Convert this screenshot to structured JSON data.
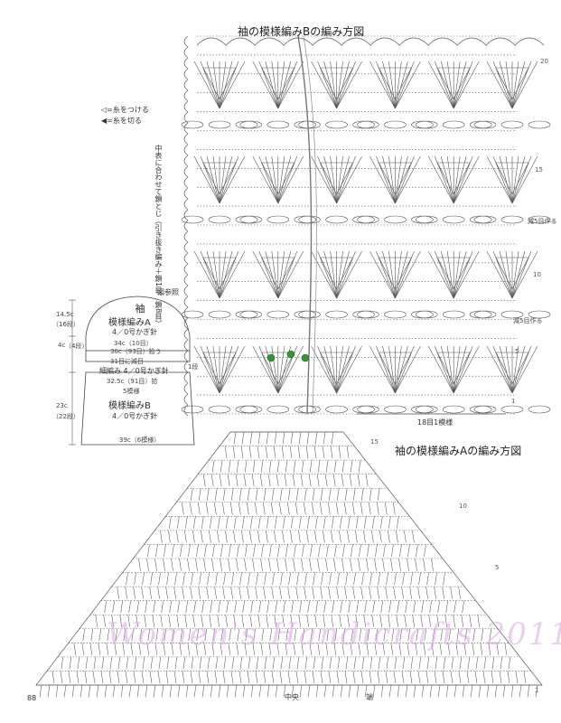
{
  "chart_b_title": "袖の模様編みBの編み方図",
  "chart_a_title": "袖の模様編みAの編み方図",
  "legend": {
    "attach": "◁=糸をつける",
    "cut": "◀=糸を切る"
  },
  "side_note": "中表に合わせて鎖とじ（引き抜き編み＋鎖1目、鎖8目）",
  "schematic": {
    "title": "図参照",
    "sleeve_label": "袖",
    "pattern_a": "模様編みA",
    "pattern_a_hook": "4／0号かぎ針",
    "dim_top": "34c（10目）",
    "dim_mid": "30c（93目）拾う",
    "dim_small": "31目に減目",
    "edge_label": "細編み 4／0号かぎ針",
    "dim_band": "32.5c（91目）拾",
    "rows_band": "5模様",
    "pattern_b": "模様編みB",
    "pattern_b_hook": "4／0号かぎ針",
    "dim_bottom": "39c（6模様）",
    "left_top_a": "14.5c",
    "left_top_b": "（16段）",
    "left_mid_a": "4c",
    "left_mid_b": "（4段）",
    "left_low_a": "23c",
    "left_low_b": "（22段）",
    "marker": "1段"
  },
  "repeat_label": "18目1模様",
  "row_numbers_b": [
    "20",
    "15",
    "10",
    "5",
    "1"
  ],
  "row_numbers_right_b": [
    "減5目作る",
    "減5目作る"
  ],
  "row_numbers_a": [
    "15",
    "10",
    "5",
    "1"
  ],
  "bottom_labels": {
    "center": "中央",
    "end": "端"
  },
  "page_number": "88",
  "watermark": "Women's Handicrafts 2011",
  "colors": {
    "ink": "#555555",
    "watermark": "#d9a8e3",
    "bead": "#3a8f3a"
  }
}
